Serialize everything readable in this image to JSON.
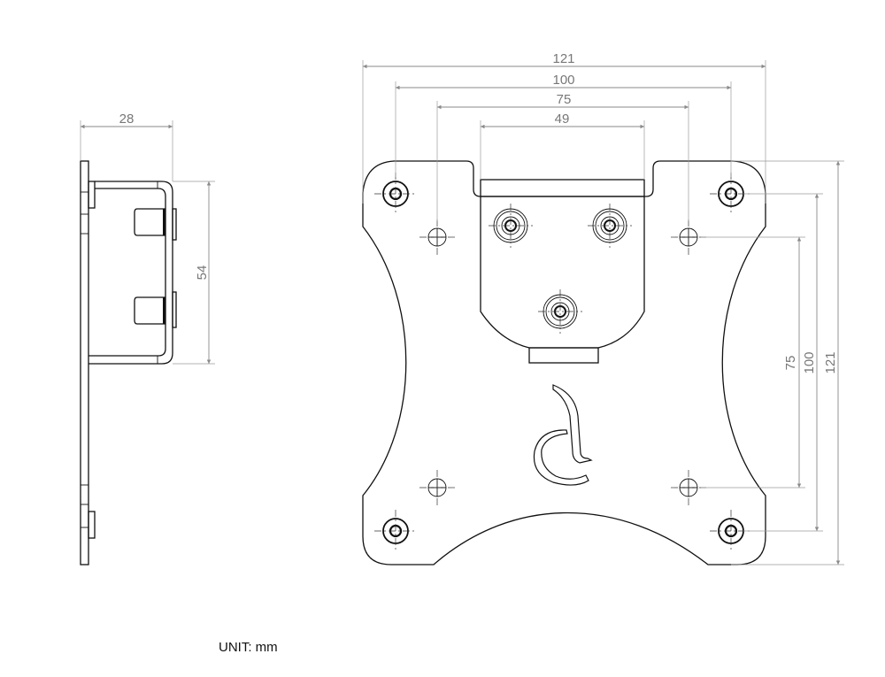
{
  "side_view": {
    "dimensions": {
      "depth": "28",
      "bracket_height": "54"
    }
  },
  "front_view": {
    "dimensions_horizontal": [
      "121",
      "100",
      "75",
      "49"
    ],
    "dimensions_vertical": [
      "75",
      "100",
      "121"
    ]
  },
  "unit_label": "UNIT: mm",
  "colors": {
    "line": "#111111",
    "dimension": "#8a8a8a",
    "background": "#ffffff"
  }
}
